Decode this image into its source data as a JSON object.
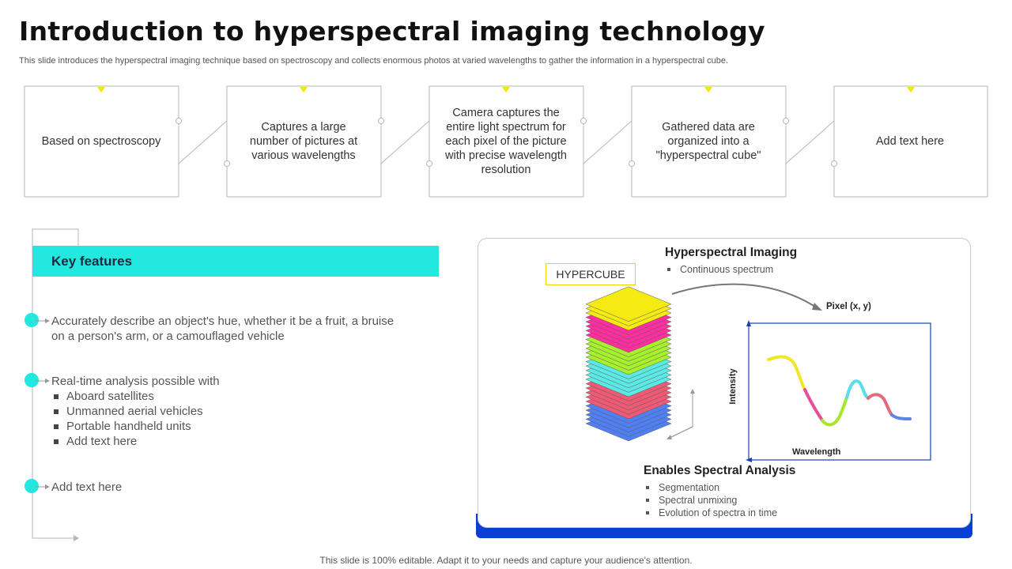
{
  "title": "Introduction to hyperspectral imaging technology",
  "subtitle": "This slide introduces the hyperspectral imaging technique based on spectroscopy and collects enormous photos at varied wavelengths to gather the information in a hyperspectral cube.",
  "steps": [
    {
      "text": "Based on spectroscopy"
    },
    {
      "text": "Captures a large number of pictures at various wavelengths"
    },
    {
      "text": "Camera captures the entire light spectrum for each pixel of the picture with precise wavelength resolution"
    },
    {
      "text": "Gathered data are organized into a \"hyperspectral cube\""
    },
    {
      "text": "Add text here"
    }
  ],
  "key_features": {
    "title": "Key features",
    "items": [
      {
        "text": "Accurately describe an object's hue, whether it be a fruit, a bruise on a person's arm, or a camouflaged vehicle"
      },
      {
        "text": "Real-time analysis possible with",
        "sub": [
          "Aboard satellites",
          "Unmanned aerial vehicles",
          "Portable handheld units",
          "Add text here"
        ]
      },
      {
        "text": "Add text here"
      }
    ]
  },
  "diagram": {
    "hypercube_label": "HYPERCUBE",
    "hsi_title": "Hyperspectral Imaging",
    "hsi_bullets": [
      "Continuous spectrum"
    ],
    "pixel_label": "Pixel (x, y)",
    "y_label": "Intensity",
    "x_label": "Wavelength",
    "esa_title": "Enables Spectral Analysis",
    "esa_bullets": [
      "Segmentation",
      "Spectral unmixing",
      "Evolution of spectra in time"
    ]
  },
  "footer": "This slide is 100% editable. Adapt it to your needs and capture your audience's attention.",
  "colors": {
    "accent_cyan": "#22e8e0",
    "accent_yellow": "#f5e500",
    "panel_blue": "#0a3fd6",
    "layer_colors": [
      "#4f7ff0",
      "#ee5a74",
      "#5ce8e4",
      "#a6f02e",
      "#ff2fa0",
      "#f5ea12"
    ]
  }
}
